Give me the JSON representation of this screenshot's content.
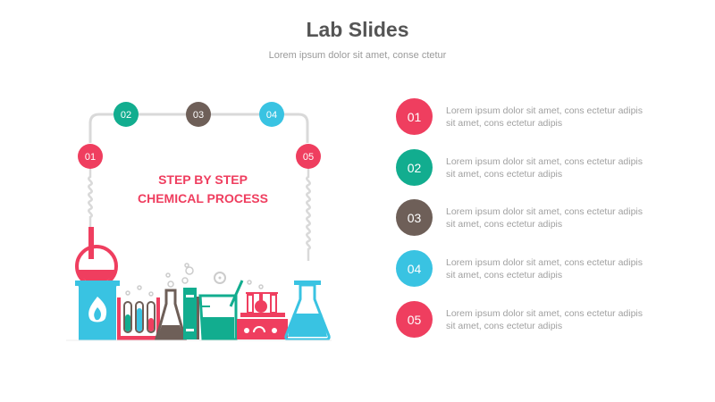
{
  "header": {
    "title": "Lab Slides",
    "subtitle": "Lorem ipsum dolor sit amet, conse ctetur"
  },
  "diagram": {
    "heading_line1": "STEP BY STEP",
    "heading_line2": "CHEMICAL PROCESS",
    "steps": [
      {
        "label": "01",
        "color": "#ef3e5f"
      },
      {
        "label": "02",
        "color": "#12ad8f"
      },
      {
        "label": "03",
        "color": "#6e5f58"
      },
      {
        "label": "04",
        "color": "#39c3e2"
      },
      {
        "label": "05",
        "color": "#ef3e5f"
      }
    ]
  },
  "list": {
    "items": [
      {
        "label": "01",
        "color": "#ef3e5f",
        "text": "Lorem ipsum dolor sit amet, cons ectetur adipis sit amet, cons ectetur adipis"
      },
      {
        "label": "02",
        "color": "#12ad8f",
        "text": "Lorem ipsum dolor sit amet, cons ectetur adipis sit amet, cons ectetur adipis"
      },
      {
        "label": "03",
        "color": "#6e5f58",
        "text": "Lorem ipsum dolor sit amet, cons ectetur adipis sit amet, cons ectetur adipis"
      },
      {
        "label": "04",
        "color": "#39c3e2",
        "text": "Lorem ipsum dolor sit amet, cons ectetur adipis sit amet, cons ectetur adipis"
      },
      {
        "label": "05",
        "color": "#ef3e5f",
        "text": "Lorem ipsum dolor sit amet, cons ectetur adipis sit amet, cons ectetur adipis"
      }
    ]
  },
  "colors": {
    "red": "#ef3e5f",
    "teal": "#12ad8f",
    "brown": "#6e5f58",
    "cyan": "#39c3e2",
    "line_gray": "#d9d9d9"
  }
}
